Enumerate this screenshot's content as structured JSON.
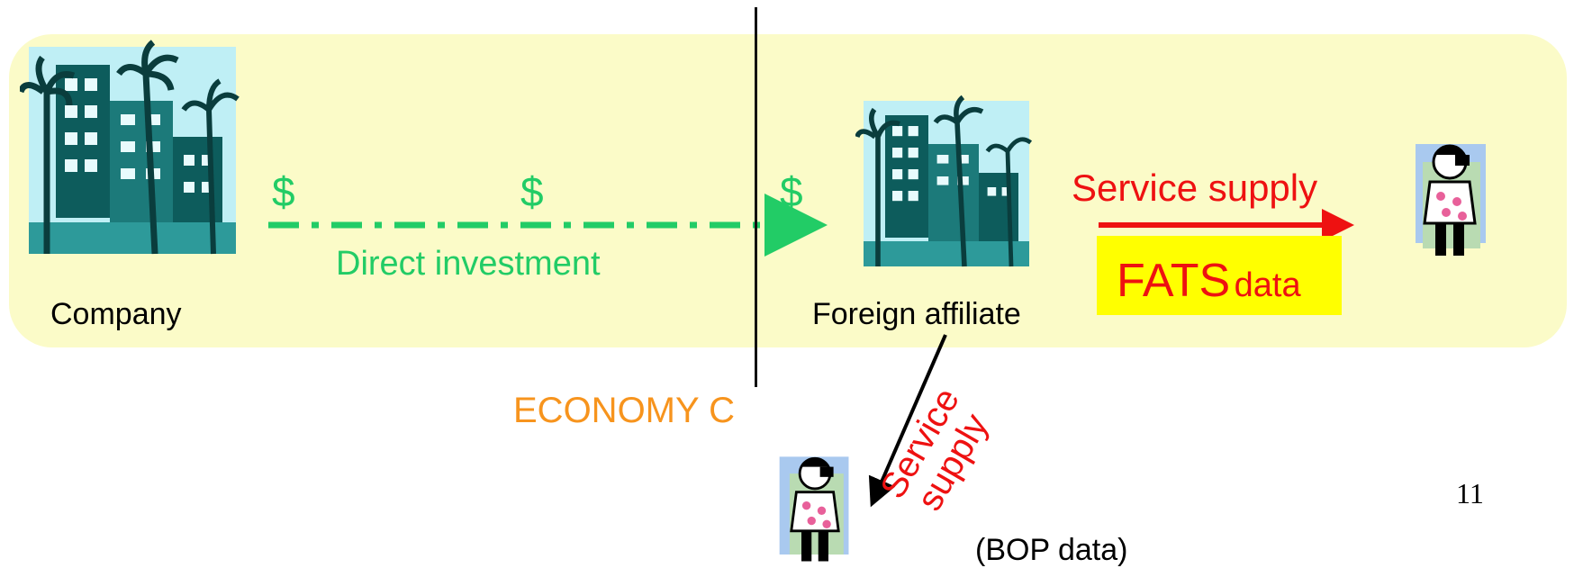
{
  "nodes": {
    "company": "Company",
    "foreign_affiliate": "Foreign affiliate"
  },
  "flows": {
    "direct_investment": "Direct investment",
    "dollar_1": "$",
    "dollar_2": "$",
    "dollar_3": "$",
    "service_supply_right": "Service supply",
    "service_supply_down_line1": "Service",
    "service_supply_down_line2": "supply"
  },
  "badges": {
    "fats_big": "FATS",
    "fats_small": "data",
    "bop": "(BOP data)"
  },
  "economy_label": "ECONOMY C",
  "page_number": "11",
  "colors": {
    "band": "#fbfbc8",
    "investment": "#22cc66",
    "service": "#ee1111",
    "economy": "#f7941d",
    "fats_highlight": "#ffff00"
  },
  "icons": {
    "company": "hotel-building-icon",
    "affiliate": "hotel-building-icon",
    "consumer": "tourist-with-camera-icon"
  }
}
